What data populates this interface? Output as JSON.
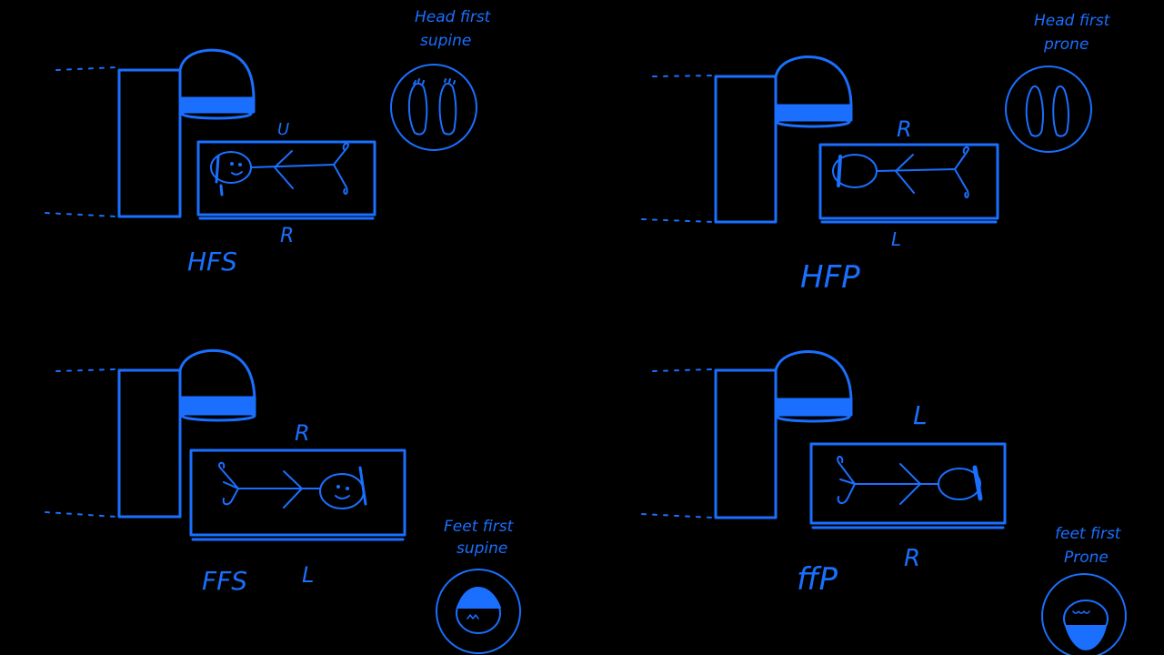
{
  "colors": {
    "background": "#000000",
    "ink": "#1a6fff",
    "ink_dim": "#1557d6"
  },
  "panels": [
    {
      "id": "hfs",
      "circle_caption": [
        "Head first",
        "supine"
      ],
      "circle_icon": "feet-soles-icon",
      "label_top": "U",
      "label_bottom": "R",
      "code": "HFS"
    },
    {
      "id": "hfp",
      "circle_caption": [
        "Head first",
        "prone"
      ],
      "circle_icon": "feet-soles-outline-icon",
      "label_top": "R",
      "label_bottom": "L",
      "code": "HFP"
    },
    {
      "id": "ffs",
      "circle_caption": [
        "Feet first",
        "supine"
      ],
      "circle_icon": "head-face-up-icon",
      "label_top": "R",
      "label_bottom": "L",
      "code": "FFS"
    },
    {
      "id": "ffp",
      "circle_caption": [
        "feet first",
        "Prone"
      ],
      "circle_icon": "head-face-down-icon",
      "label_top": "L",
      "label_bottom": "R",
      "code": "ffP"
    }
  ]
}
